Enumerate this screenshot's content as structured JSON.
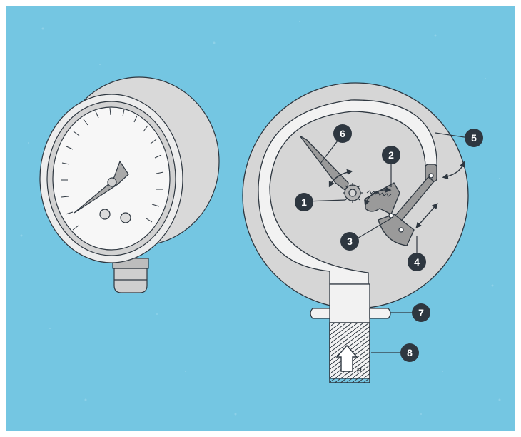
{
  "colors": {
    "background": "#74c6e2",
    "outline": "#2e3740",
    "case_light": "#f1f1f1",
    "case_mid": "#d9d9d9",
    "case_dark": "#bcbcbc",
    "mechanism": "#9a9a9a",
    "callout": "#2e3740"
  },
  "callouts": [
    {
      "id": "1",
      "label": "1"
    },
    {
      "id": "2",
      "label": "2"
    },
    {
      "id": "3",
      "label": "3"
    },
    {
      "id": "4",
      "label": "4"
    },
    {
      "id": "5",
      "label": "5"
    },
    {
      "id": "6",
      "label": "6"
    },
    {
      "id": "7",
      "label": "7"
    },
    {
      "id": "8",
      "label": "8"
    }
  ],
  "pressure_symbol": "P",
  "icons": [
    "pressure-gauge-exterior-icon",
    "bourdon-tube-mechanism-icon",
    "pressure-arrow-icon"
  ]
}
